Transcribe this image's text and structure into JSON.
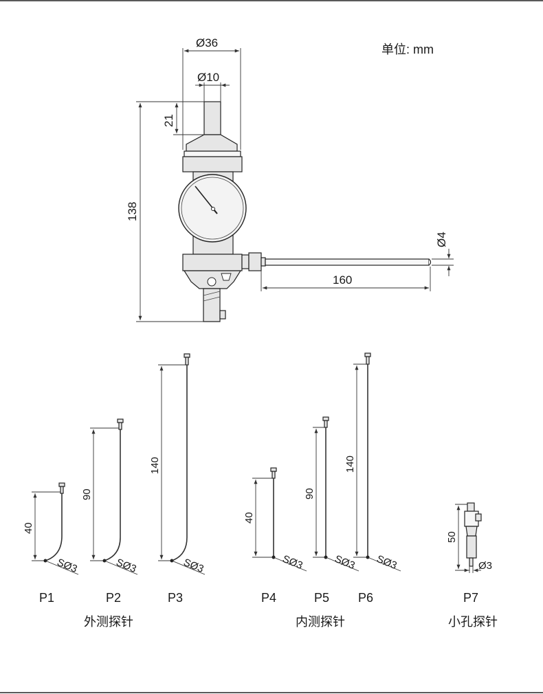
{
  "unit_label": "单位: mm",
  "main_gauge": {
    "dims": {
      "head_diameter": "Ø36",
      "stem_diameter": "Ø10",
      "stem_length": "21",
      "total_height": "138",
      "rod_diameter": "Ø4",
      "rod_length": "160"
    }
  },
  "probes": [
    {
      "id": "P1",
      "length": "40",
      "ball": "SØ3"
    },
    {
      "id": "P2",
      "length": "90",
      "ball": "SØ3"
    },
    {
      "id": "P3",
      "length": "140",
      "ball": "SØ3"
    },
    {
      "id": "P4",
      "length": "40",
      "ball": "SØ3"
    },
    {
      "id": "P5",
      "length": "90",
      "ball": "SØ3"
    },
    {
      "id": "P6",
      "length": "140",
      "ball": "SØ3"
    },
    {
      "id": "P7",
      "length": "50",
      "ball": "Ø3"
    }
  ],
  "groups": {
    "external": "外测探针",
    "internal": "内测探针",
    "small_hole": "小孔探针"
  }
}
